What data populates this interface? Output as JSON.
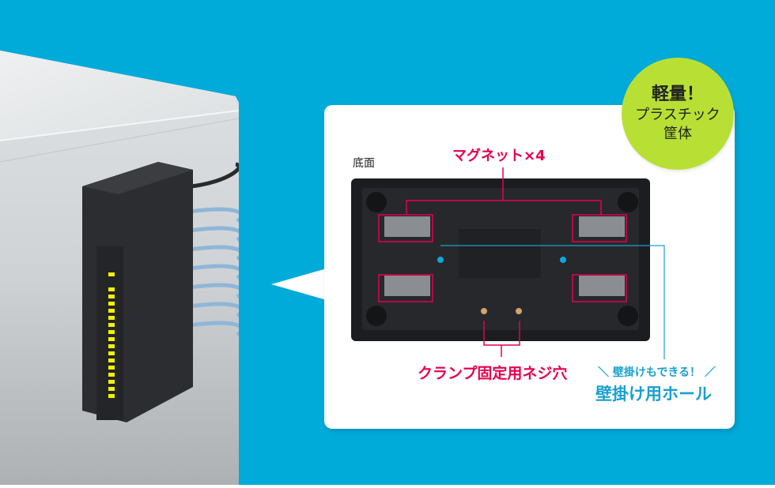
{
  "badge": {
    "line1": "軽量！",
    "line2": "プラスチック",
    "line3": "筐体",
    "color": "#b8e034"
  },
  "callouts": {
    "bottom_view_label": "底面",
    "magnet_label": "マグネット×4",
    "clamp_label": "クランプ固定用ネジ穴",
    "wall_sub_label": "＼ 壁掛けもできる！ ／",
    "wall_main_label": "壁掛け用ホール"
  },
  "colors": {
    "background": "#00aad9",
    "accent_red": "#e4004f",
    "accent_blue": "#1aa0cf",
    "card": "#ffffff"
  },
  "images": {
    "left_scene": "switching-hub-mounted-on-cabinet",
    "card_image": "switching-hub-underside"
  }
}
